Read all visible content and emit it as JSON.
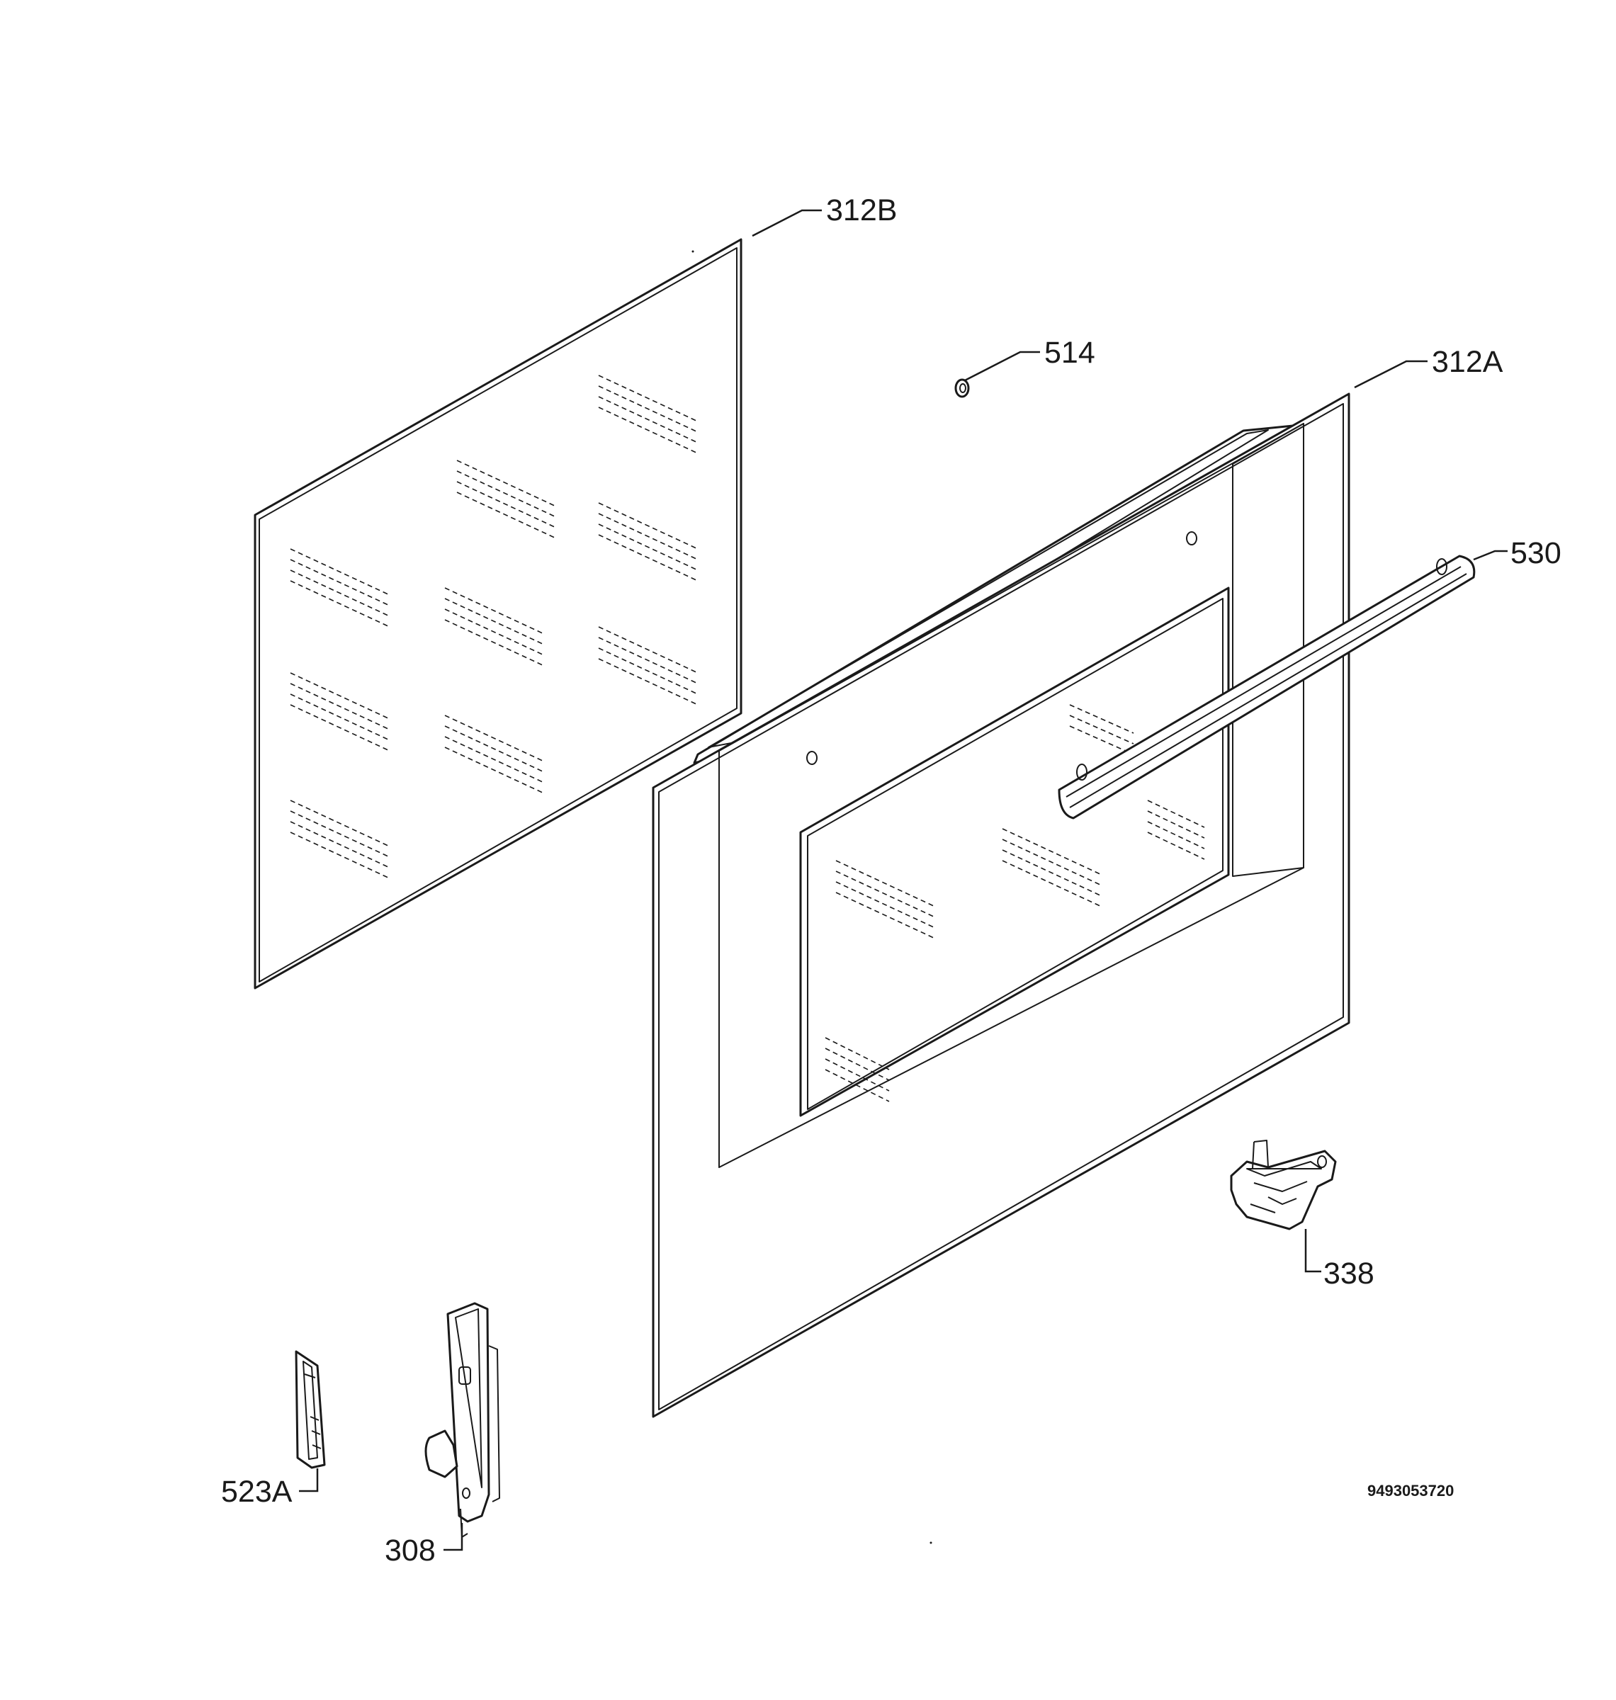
{
  "labels": {
    "glass_inner": "312B",
    "screw": "514",
    "glass_outer": "312A",
    "handle": "530",
    "clip": "338",
    "hinge_receiver": "523A",
    "hinge": "308"
  },
  "document_code": "9493053720"
}
